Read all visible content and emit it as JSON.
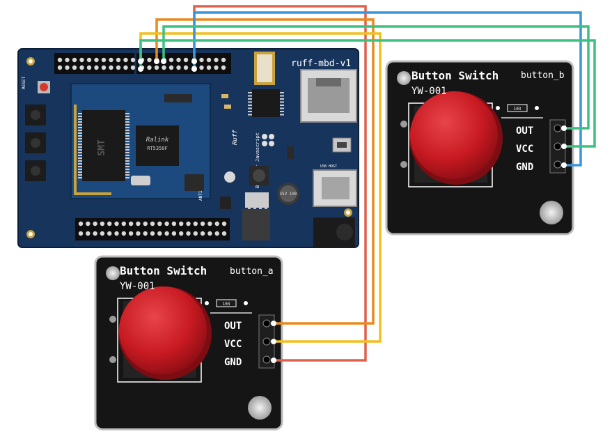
{
  "board": {
    "label": "ruff-mbd-v1",
    "silk_reset": "RESET",
    "silk_soc": "RT5350F",
    "silk_chip_brand": "Ralink",
    "silk_ram": "SMT",
    "silk_brand": "Ruff",
    "silk_slogan": "Born for Javascript",
    "silk_usb_host": "USB HOST",
    "silk_ant": "ANT1",
    "silk_cap": "35V 100",
    "colors": {
      "pcb": "#17345c",
      "inner": "#1d4a7e",
      "gold": "#c9a23c"
    }
  },
  "module_a": {
    "label": "button_a",
    "title": "Button Switch",
    "model": "YW-001",
    "pins": [
      "OUT",
      "VCC",
      "GND"
    ]
  },
  "module_b": {
    "label": "button_b",
    "title": "Button Switch",
    "model": "YW-001",
    "pins": [
      "OUT",
      "VCC",
      "GND"
    ]
  },
  "wires": {
    "red": "#e0604e",
    "orange": "#e88a1f",
    "yellow": "#f0c020",
    "blue": "#3a96d8",
    "green": "#3dc080"
  },
  "colors": {
    "module_bg": "#151515",
    "module_border": "#bdbdbd",
    "button_red": "#c81a22",
    "silk_white": "#ffffff"
  }
}
